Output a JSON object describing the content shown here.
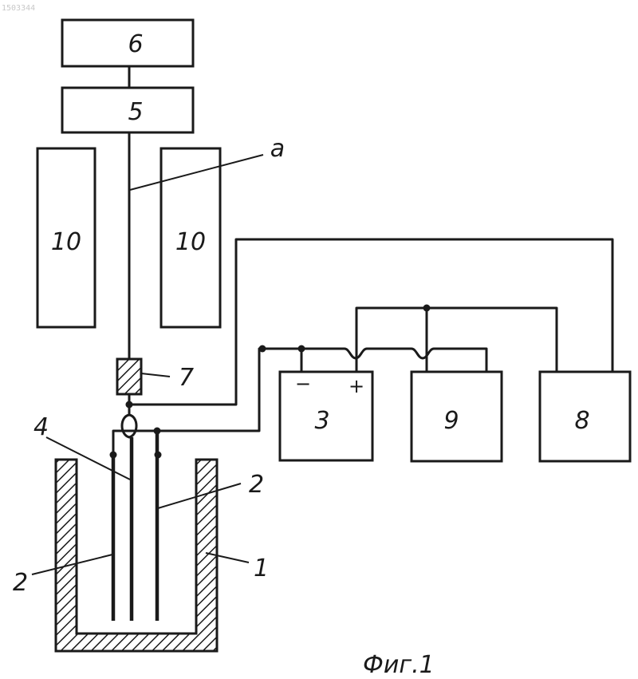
{
  "stamp": "1503344",
  "caption": "Фиг.1",
  "blocks": {
    "b6": "6",
    "b5": "5",
    "b10_left": "10",
    "b10_right": "10",
    "b3": "3",
    "b9": "9",
    "b8": "8"
  },
  "polarity": {
    "minus": "−",
    "plus": "+"
  },
  "callouts": {
    "a": "а",
    "c7": "7",
    "c4": "4",
    "c2_right": "2",
    "c2_left": "2",
    "c1": "1"
  }
}
